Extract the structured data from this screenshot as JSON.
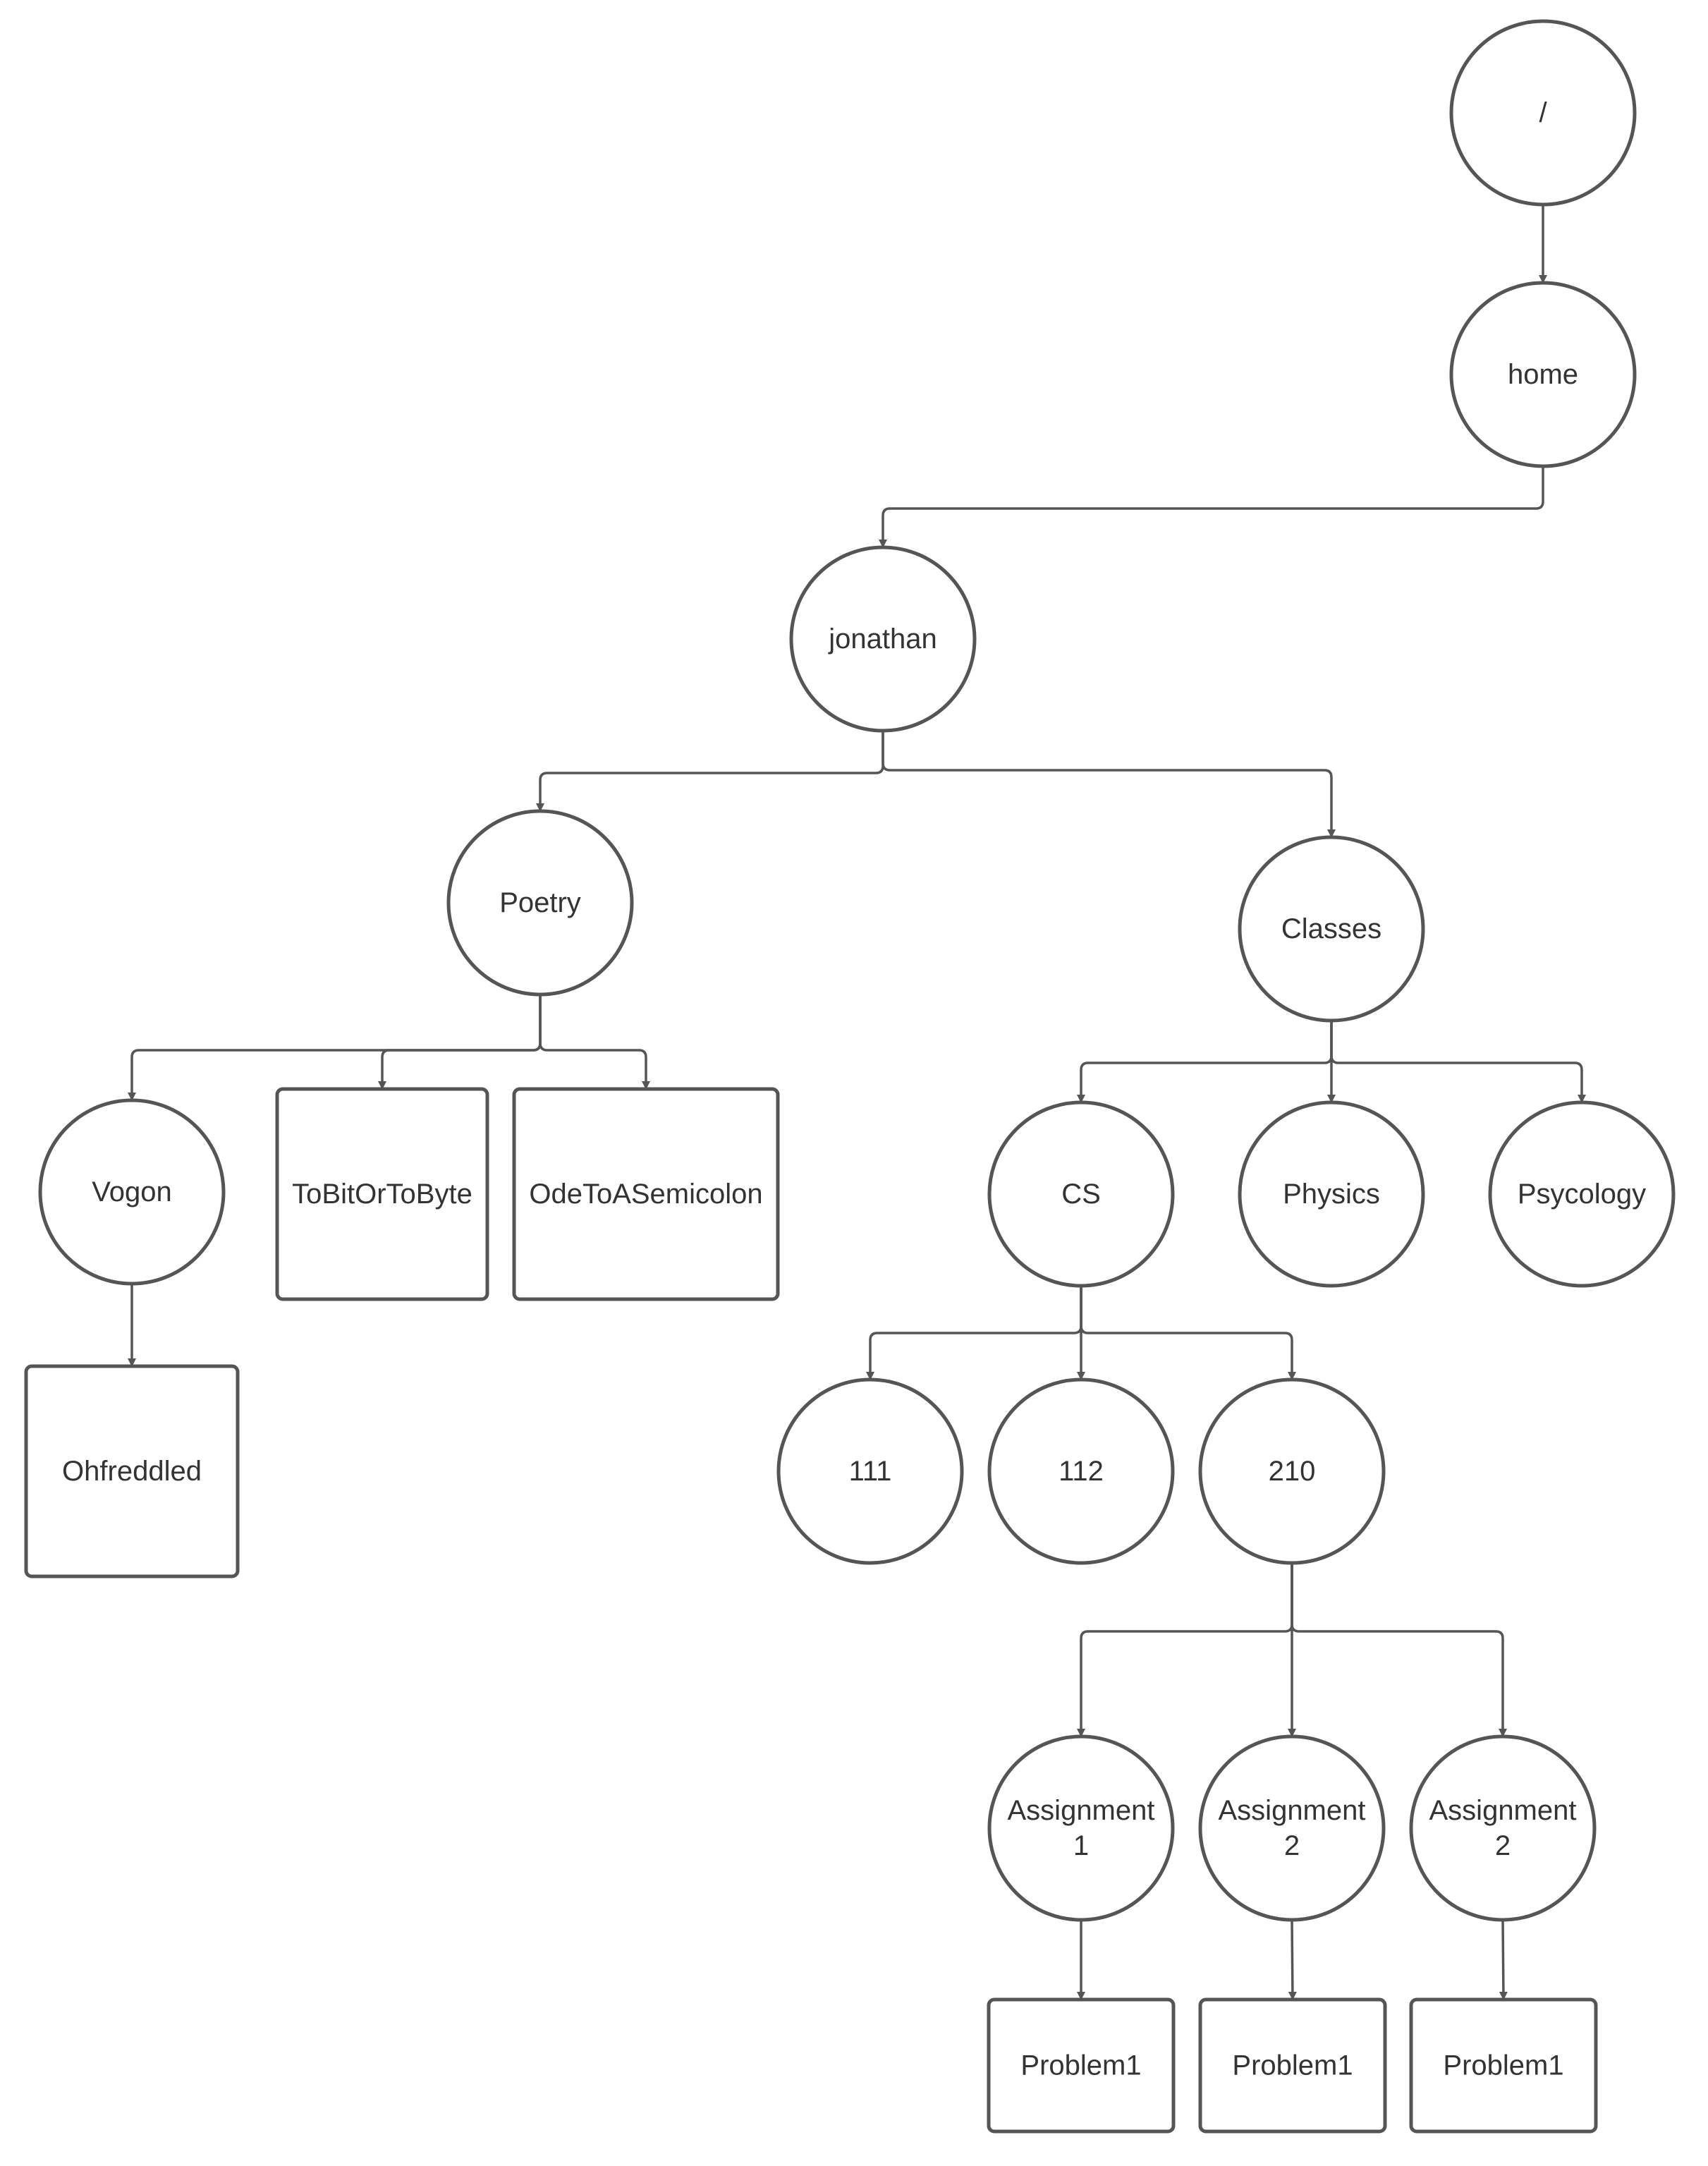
{
  "diagram": {
    "colors": {
      "stroke": "#555555",
      "text": "#333333",
      "background": "#ffffff"
    },
    "nodes": [
      {
        "id": "root",
        "shape": "circle",
        "label": [
          "/"
        ]
      },
      {
        "id": "home",
        "shape": "circle",
        "label": [
          "home"
        ]
      },
      {
        "id": "jonathan",
        "shape": "circle",
        "label": [
          "jonathan"
        ]
      },
      {
        "id": "poetry",
        "shape": "circle",
        "label": [
          "Poetry"
        ]
      },
      {
        "id": "classes",
        "shape": "circle",
        "label": [
          "Classes"
        ]
      },
      {
        "id": "vogon",
        "shape": "circle",
        "label": [
          "Vogon"
        ]
      },
      {
        "id": "tobitortobyte",
        "shape": "box",
        "label": [
          "ToBitOrToByte"
        ]
      },
      {
        "id": "odetoasemicolon",
        "shape": "box",
        "label": [
          "OdeToASemicolon"
        ]
      },
      {
        "id": "ohfreddled",
        "shape": "box",
        "label": [
          "Ohfreddled"
        ]
      },
      {
        "id": "cs",
        "shape": "circle",
        "label": [
          "CS"
        ]
      },
      {
        "id": "physics",
        "shape": "circle",
        "label": [
          "Physics"
        ]
      },
      {
        "id": "psycology",
        "shape": "circle",
        "label": [
          "Psycology"
        ]
      },
      {
        "id": "c111",
        "shape": "circle",
        "label": [
          "111"
        ]
      },
      {
        "id": "c112",
        "shape": "circle",
        "label": [
          "112"
        ]
      },
      {
        "id": "c210",
        "shape": "circle",
        "label": [
          "210"
        ]
      },
      {
        "id": "assignment1",
        "shape": "circle",
        "label": [
          "Assignment",
          "1"
        ]
      },
      {
        "id": "assignment2a",
        "shape": "circle",
        "label": [
          "Assignment",
          "2"
        ]
      },
      {
        "id": "assignment2b",
        "shape": "circle",
        "label": [
          "Assignment",
          "2"
        ]
      },
      {
        "id": "problem1a",
        "shape": "box",
        "label": [
          "Problem1"
        ]
      },
      {
        "id": "problem1b",
        "shape": "box",
        "label": [
          "Problem1"
        ]
      },
      {
        "id": "problem1c",
        "shape": "box",
        "label": [
          "Problem1"
        ]
      }
    ],
    "edges": [
      {
        "from": "root",
        "to": "home"
      },
      {
        "from": "home",
        "to": "jonathan"
      },
      {
        "from": "jonathan",
        "to": "poetry"
      },
      {
        "from": "jonathan",
        "to": "classes"
      },
      {
        "from": "poetry",
        "to": "vogon"
      },
      {
        "from": "poetry",
        "to": "tobitortobyte"
      },
      {
        "from": "poetry",
        "to": "odetoasemicolon"
      },
      {
        "from": "vogon",
        "to": "ohfreddled"
      },
      {
        "from": "classes",
        "to": "cs"
      },
      {
        "from": "classes",
        "to": "physics"
      },
      {
        "from": "classes",
        "to": "psycology"
      },
      {
        "from": "cs",
        "to": "c111"
      },
      {
        "from": "cs",
        "to": "c112"
      },
      {
        "from": "cs",
        "to": "c210"
      },
      {
        "from": "c210",
        "to": "assignment1"
      },
      {
        "from": "c210",
        "to": "assignment2a"
      },
      {
        "from": "c210",
        "to": "assignment2b"
      },
      {
        "from": "assignment1",
        "to": "problem1a"
      },
      {
        "from": "assignment2a",
        "to": "problem1b"
      },
      {
        "from": "assignment2b",
        "to": "problem1c"
      }
    ]
  }
}
